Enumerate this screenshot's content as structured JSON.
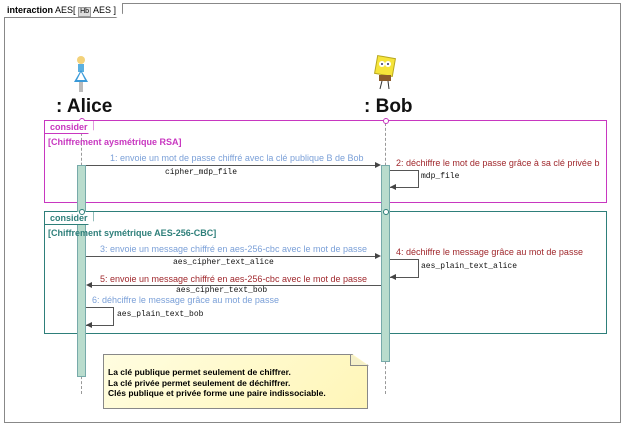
{
  "frame": {
    "kind": "interaction",
    "name": "AES",
    "ref_icon": "Hb",
    "ref_name": "AES"
  },
  "actors": [
    {
      "name": ": Alice",
      "icon": "alice-figure"
    },
    {
      "name": ": Bob",
      "icon": "spongebob-figure"
    }
  ],
  "fragments": [
    {
      "operator": "consider",
      "guard": "[Chiffrement aysmétrique RSA]",
      "color": "#c837c0"
    },
    {
      "operator": "consider",
      "guard": "[Chiffrement symétrique AES-256-CBC]",
      "color": "#2e7f7a"
    }
  ],
  "messages": [
    {
      "label": "1: envoie un mot de passe chiffré avec la clé publique B de Bob",
      "arg": "cipher_mdp_file"
    },
    {
      "label": "2: déchiffre le mot de passe grâce à sa clé privée b",
      "arg": "mdp_file"
    },
    {
      "label": "3: envoie un message chiffré en aes-256-cbc avec le mot de passe",
      "arg": "aes_cipher_text_alice"
    },
    {
      "label": "4: déchiffre le message grâce au mot de passe",
      "arg": "aes_plain_text_alice"
    },
    {
      "label": "5: envoie un message chiffré en aes-256-cbc avec le mot de passe",
      "arg": "aes_cipher_text_bob"
    },
    {
      "label": "6: déhciffre le message grâce au mot de passe",
      "arg": "aes_plain_text_bob"
    }
  ],
  "note": {
    "lines": [
      "La clé publique permet seulement de chiffrer.",
      "La clé privée permet seulement de déchiffrer.",
      "Clés publique et privée forme une paire indissociable."
    ]
  }
}
